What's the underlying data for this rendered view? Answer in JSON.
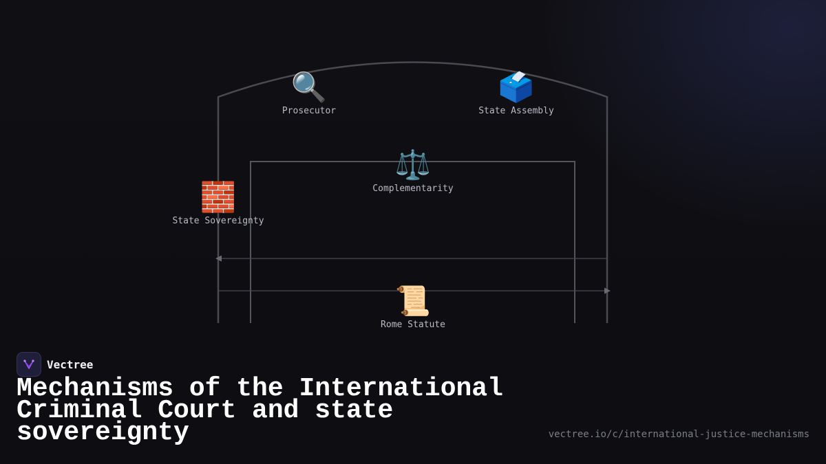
{
  "diagram": {
    "nodes": {
      "prosecutor": {
        "icon": "🔍",
        "icon_name": "magnifying-glass-icon",
        "label": "Prosecutor"
      },
      "state_assembly": {
        "icon": "🗳️",
        "icon_name": "ballot-box-icon",
        "label": "State Assembly"
      },
      "complementarity": {
        "icon": "⚖️",
        "icon_name": "balance-scale-icon",
        "label": "Complementarity"
      },
      "state_sovereignty": {
        "icon": "🧱",
        "icon_name": "brick-wall-icon",
        "label": "State Sovereignty"
      },
      "rome_statute": {
        "icon": "📜",
        "icon_name": "scroll-icon",
        "label": "Rome Statute"
      }
    },
    "colors": {
      "line": "#55565c",
      "arrow": "#6a6b72",
      "label": "#b9bcc6"
    }
  },
  "brand": {
    "name": "Vectree",
    "logo_icon": "vectree-logo-icon",
    "accent": "#a855f7"
  },
  "title": "Mechanisms of the International Criminal Court and state sovereignty",
  "url": "vectree.io/c/international-justice-mechanisms",
  "colors": {
    "background": "#101014",
    "title": "#ffffff",
    "url": "#7b7e88"
  }
}
